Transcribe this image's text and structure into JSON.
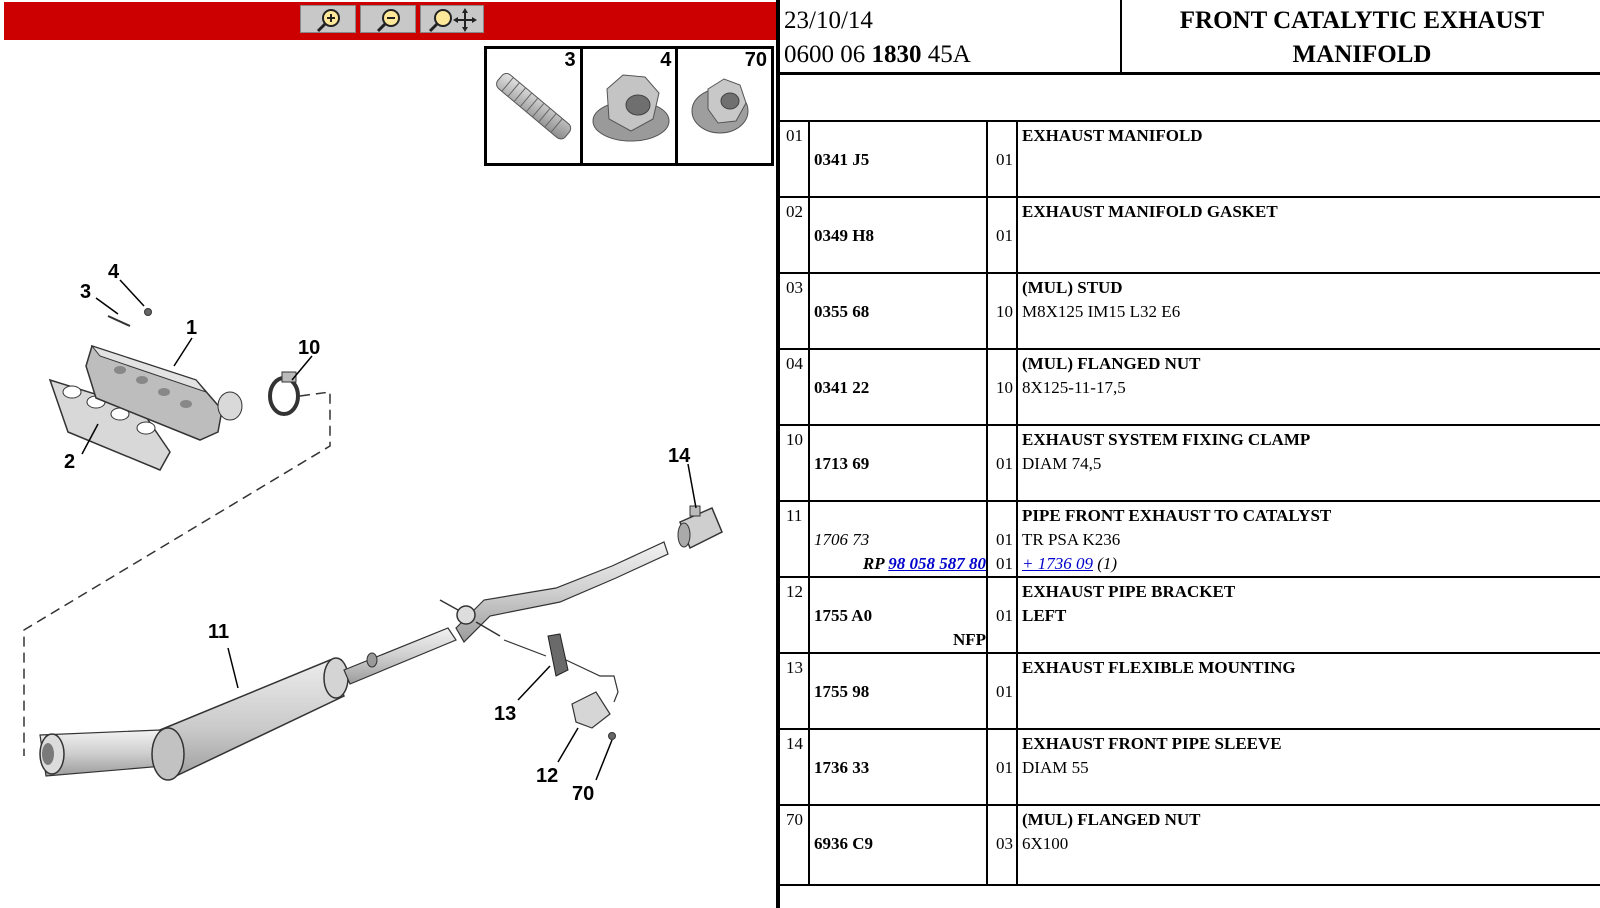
{
  "toolbar": {
    "zoom_in": "zoom-in",
    "zoom_out": "zoom-out",
    "zoom_pan": "zoom-pan"
  },
  "thumbnails": [
    "3",
    "4",
    "70"
  ],
  "callouts": [
    "1",
    "2",
    "3",
    "4",
    "10",
    "11",
    "12",
    "13",
    "14",
    "70"
  ],
  "header": {
    "date": "23/10/14",
    "code_prefix": "0600 06",
    "code_bold": "1830",
    "code_suffix": "45A",
    "title_line1": "FRONT CATALYTIC EXHAUST",
    "title_line2": "MANIFOLD"
  },
  "parts": [
    {
      "idx": "01",
      "ref": "0341 J5",
      "qty": "01",
      "desc": "EXHAUST MANIFOLD",
      "d2": ""
    },
    {
      "idx": "02",
      "ref": "0349 H8",
      "qty": "01",
      "desc": "EXHAUST MANIFOLD GASKET",
      "d2": ""
    },
    {
      "idx": "03",
      "ref": "0355 68",
      "qty": "10",
      "desc": "(MUL) STUD",
      "d2": "M8X125 IM15 L32 E6"
    },
    {
      "idx": "04",
      "ref": "0341 22",
      "qty": "10",
      "desc": "(MUL) FLANGED NUT",
      "d2": "8X125-11-17,5"
    },
    {
      "idx": "10",
      "ref": "1713 69",
      "qty": "01",
      "desc": "EXHAUST SYSTEM FIXING CLAMP",
      "d2": "DIAM 74,5"
    },
    {
      "idx": "11",
      "ref": "1706 73",
      "qty": "01",
      "desc": "PIPE FRONT EXHAUST TO CATALYST",
      "d2": "TR PSA K236",
      "rp_label": "RP",
      "rp_link": "98 058 587 80",
      "qty3": "01",
      "d3_link": "+ 1736 09",
      "d3_suffix": "(1)"
    },
    {
      "idx": "12",
      "ref": "1755 A0",
      "qty": "01",
      "desc": "EXHAUST PIPE BRACKET",
      "d2": "LEFT",
      "nfp": "NFP"
    },
    {
      "idx": "13",
      "ref": "1755 98",
      "qty": "01",
      "desc": "EXHAUST FLEXIBLE MOUNTING",
      "d2": ""
    },
    {
      "idx": "14",
      "ref": "1736 33",
      "qty": "01",
      "desc": "EXHAUST FRONT PIPE SLEEVE",
      "d2": "DIAM 55"
    },
    {
      "idx": "70",
      "ref": "6936 C9",
      "qty": "03",
      "desc": "(MUL) FLANGED NUT",
      "d2": "6X100"
    }
  ]
}
